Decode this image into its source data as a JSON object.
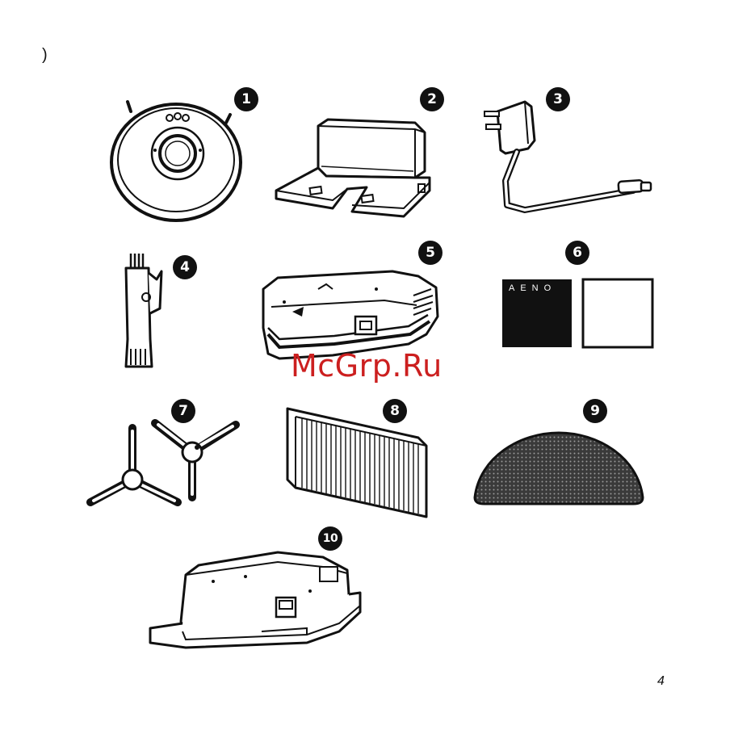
{
  "page": {
    "corner_top": ")",
    "corner_bottom": "4"
  },
  "items": [
    {
      "number": "1"
    },
    {
      "number": "2"
    },
    {
      "number": "3"
    },
    {
      "number": "4"
    },
    {
      "number": "5"
    },
    {
      "number": "6",
      "logo_text": "AENO"
    },
    {
      "number": "7"
    },
    {
      "number": "8"
    },
    {
      "number": "9"
    },
    {
      "number": "10"
    }
  ],
  "watermark": "McGrp.Ru",
  "colors": {
    "ink": "#111111",
    "badge": "#111111",
    "watermark": "#cc1f1f",
    "mop": "#3a3a3a"
  }
}
